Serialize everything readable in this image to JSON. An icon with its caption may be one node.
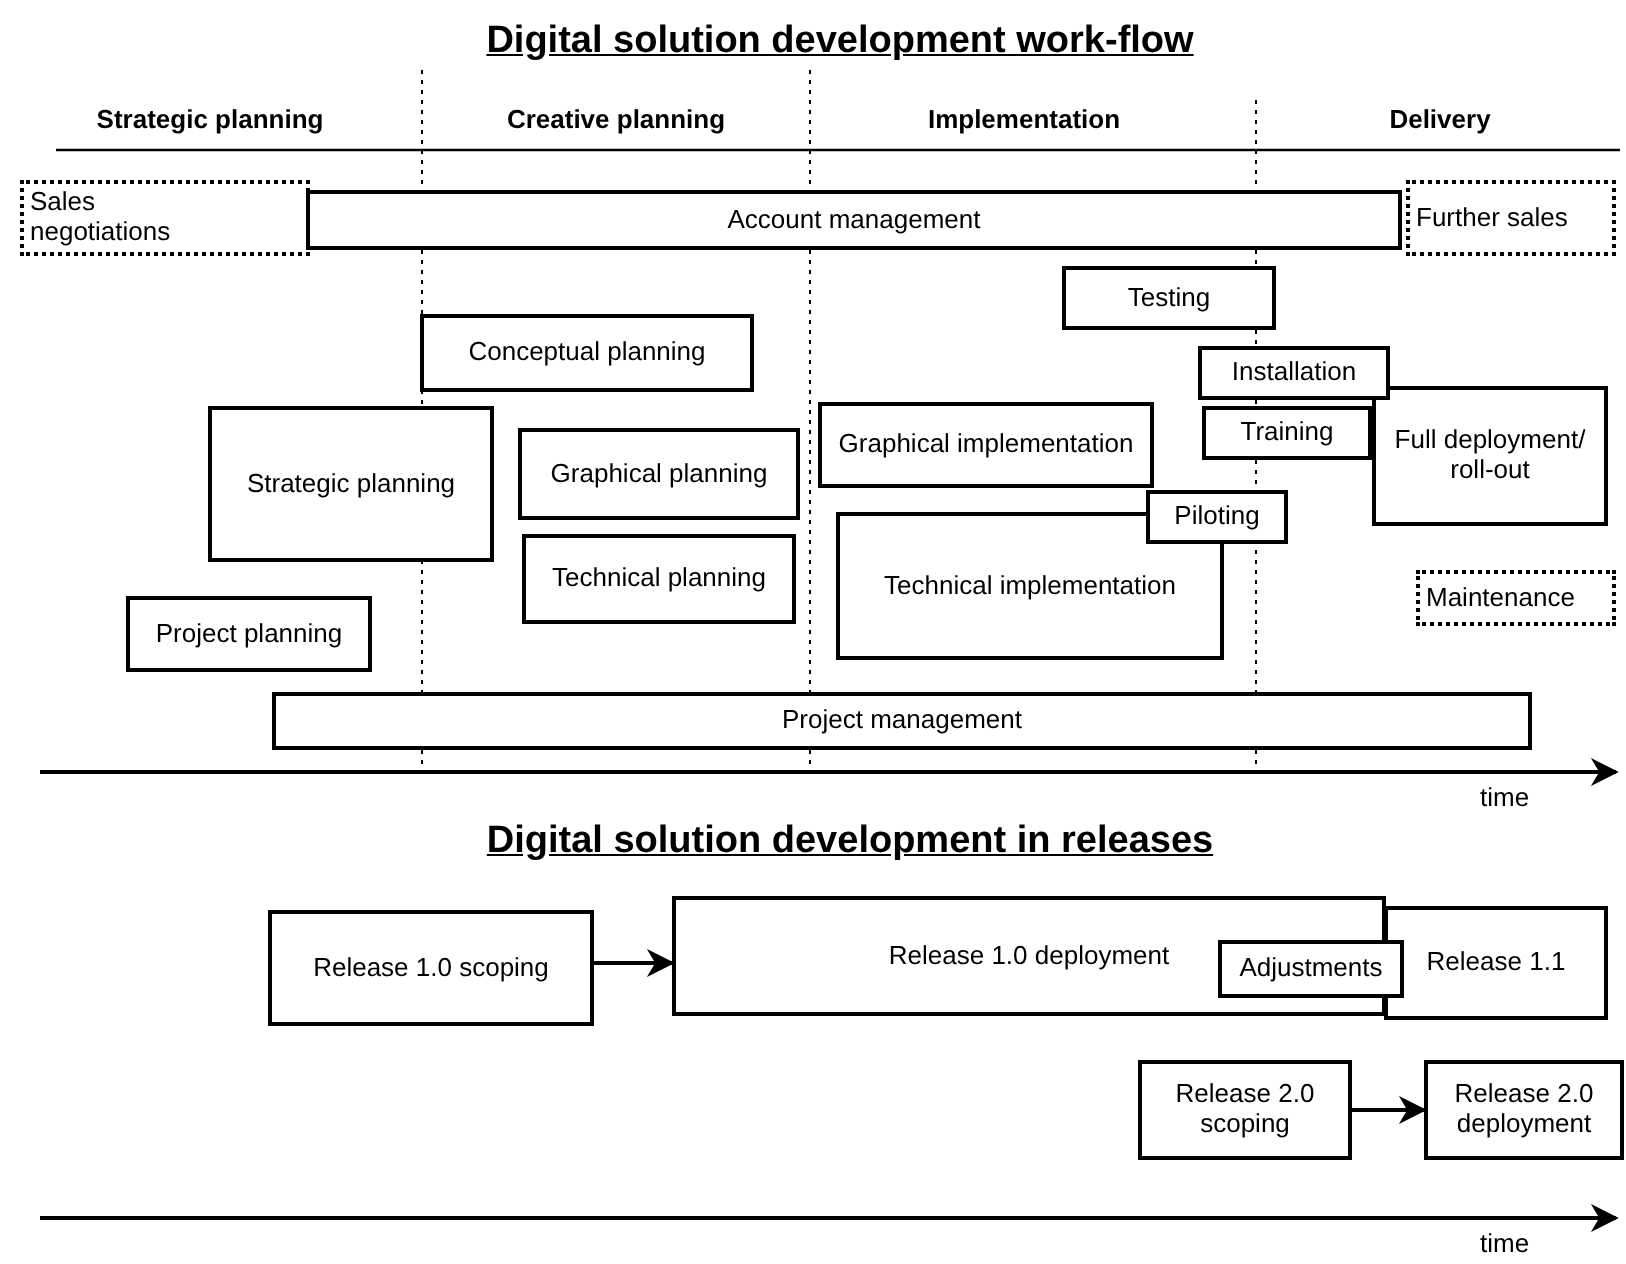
{
  "diagram": {
    "title": "Digital solution development work-flow",
    "nodes": [
      {
        "text": [
          "Sales negotiations"
        ]
      },
      {
        "text": [
          "Account management"
        ]
      },
      {
        "text": [
          "Further sales"
        ]
      },
      {
        "text": [
          "Testing"
        ]
      },
      {
        "text": [
          "Conceptual planning"
        ]
      },
      {
        "text": [
          "Installation"
        ]
      },
      {
        "text": [
          "Strategic planning"
        ]
      },
      {
        "text": [
          "Graphical planning"
        ]
      },
      {
        "text": [
          "Graphical implementation"
        ]
      },
      {
        "text": [
          "Training"
        ]
      },
      {
        "text": [
          "Full deployment/ roll-out"
        ]
      },
      {
        "text": [
          "Piloting"
        ]
      },
      {
        "text": [
          "Technical planning"
        ]
      },
      {
        "text": [
          "Technical implementation"
        ]
      },
      {
        "text": [
          "Maintenance"
        ]
      },
      {
        "text": [
          "Project planning"
        ]
      },
      {
        "text": [
          "Project management"
        ]
      },
      {
        "text": [
          "Release 1.0 scoping"
        ]
      },
      {
        "text": [
          "Release 1.0 deployment"
        ]
      },
      {
        "text": [
          "Adjustments"
        ]
      },
      {
        "text": [
          "Release 1.1"
        ]
      },
      {
        "text": [
          "Release 2.0 scoping"
        ]
      },
      {
        "text": [
          "Release 2.0 deployment"
        ]
      }
    ],
    "edges": [
      {
        "from": 17,
        "to": 18,
        "arrow": "to"
      },
      {
        "from": 21,
        "to": 22,
        "arrow": "to"
      }
    ],
    "labels": [
      "Strategic planning",
      "Creative planning",
      "Implementation",
      "Delivery",
      "time",
      "Digital solution development in releases",
      "time"
    ]
  }
}
